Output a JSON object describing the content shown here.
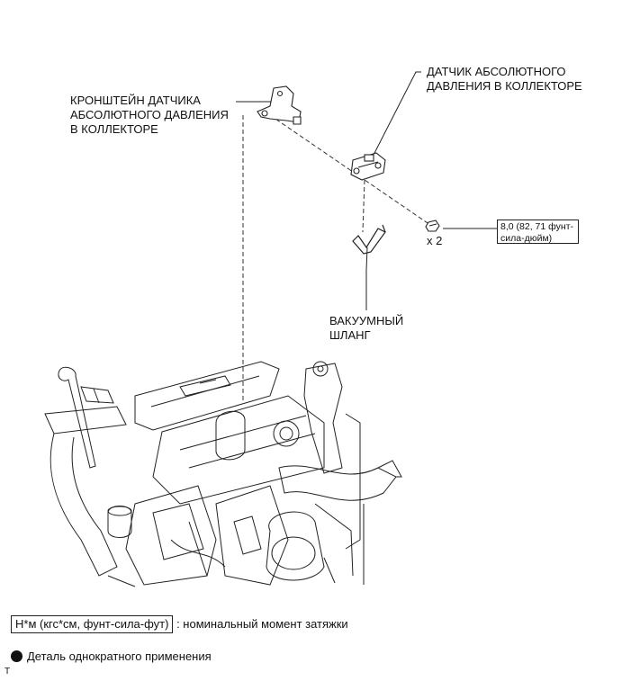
{
  "labels": {
    "bracket": [
      "КРОНШТЕЙН ДАТЧИКА",
      "АБСОЛЮТНОГО ДАВЛЕНИЯ",
      "В КОЛЛЕКТОРЕ"
    ],
    "sensor": [
      "ДАТЧИК АБСОЛЮТНОГО",
      "ДАВЛЕНИЯ В КОЛЛЕКТОРЕ"
    ],
    "hose": [
      "ВАКУУМНЫЙ",
      "ШЛАНГ"
    ],
    "quantity": "x 2",
    "torque": [
      "8,0 (82, 71 фунт-",
      "сила-дюйм)"
    ]
  },
  "legend": {
    "units_box": "Н*м (кгс*см, фунт-сила-фут)",
    "units_desc": ": номинальный момент затяжки",
    "single_use": "Деталь однократного применения"
  },
  "corner_mark": "T"
}
